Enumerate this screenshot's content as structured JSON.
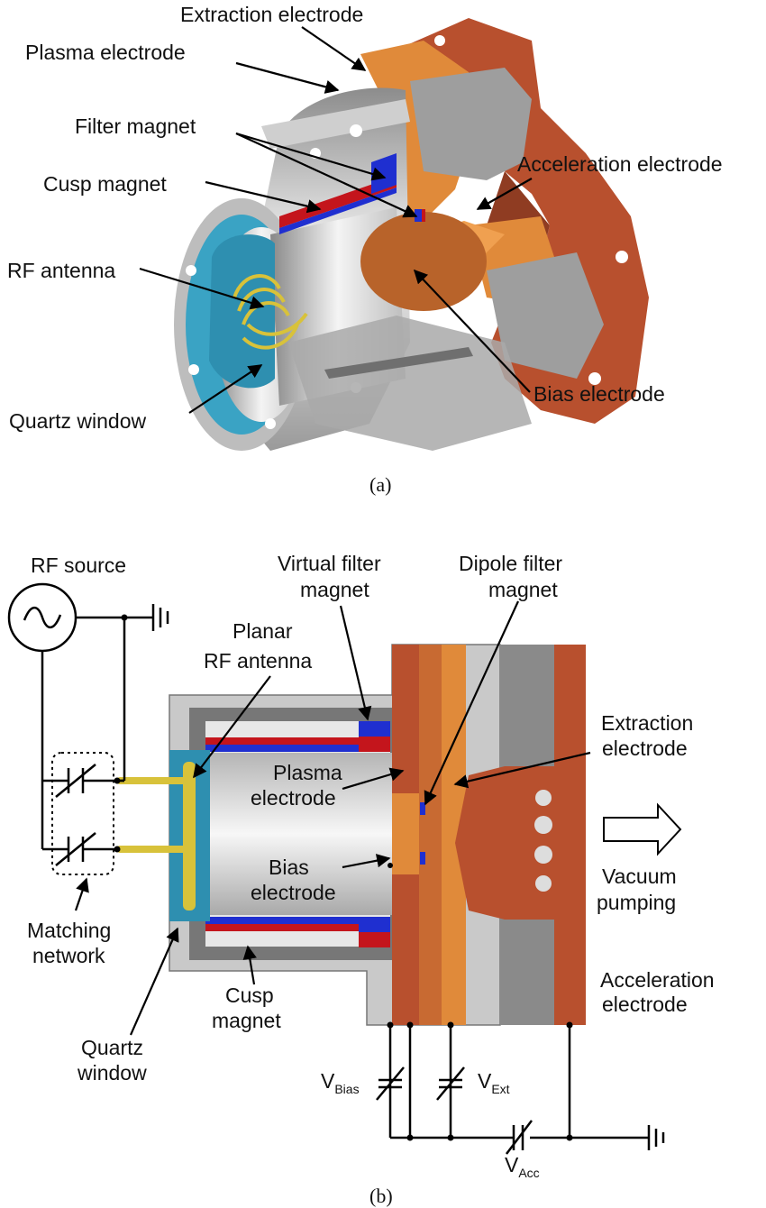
{
  "figure_a": {
    "caption": "(a)",
    "labels": {
      "extraction_electrode": "Extraction electrode",
      "plasma_electrode": "Plasma electrode",
      "filter_magnet": "Filter magnet",
      "cusp_magnet": "Cusp magnet",
      "rf_antenna": "RF antenna",
      "quartz_window": "Quartz window",
      "acceleration_electrode": "Acceleration electrode",
      "bias_electrode": "Bias electrode"
    }
  },
  "figure_b": {
    "caption": "(b)",
    "labels": {
      "rf_source": "RF source",
      "virtual_filter_magnet_1": "Virtual filter",
      "virtual_filter_magnet_2": "magnet",
      "dipole_filter_magnet_1": "Dipole filter",
      "dipole_filter_magnet_2": "magnet",
      "planar_rf_antenna_1": "Planar",
      "planar_rf_antenna_2": "RF antenna",
      "extraction_electrode_1": "Extraction",
      "extraction_electrode_2": "electrode",
      "plasma_electrode_1": "Plasma",
      "plasma_electrode_2": "electrode",
      "bias_electrode_1": "Bias",
      "bias_electrode_2": "electrode",
      "vacuum_pumping_1": "Vacuum",
      "vacuum_pumping_2": "pumping",
      "matching_network_1": "Matching",
      "matching_network_2": "network",
      "cusp_magnet_1": "Cusp",
      "cusp_magnet_2": "magnet",
      "acceleration_electrode_1": "Acceleration",
      "acceleration_electrode_2": "electrode",
      "quartz_window_1": "Quartz",
      "quartz_window_2": "window",
      "v_bias_main": "V",
      "v_bias_sub": "Bias",
      "v_ext_main": "V",
      "v_ext_sub": "Ext",
      "v_acc_main": "V",
      "v_acc_sub": "Acc"
    }
  },
  "colors": {
    "copper": "#b8502e",
    "orange": "#e08a3a",
    "steel": "#a9a9a9",
    "dark_steel": "#6f6f6f",
    "quartz": "#2e8fb0",
    "magnet_red": "#c4151c",
    "magnet_blue": "#1f2fd0",
    "antenna_yellow": "#d8c23a"
  }
}
